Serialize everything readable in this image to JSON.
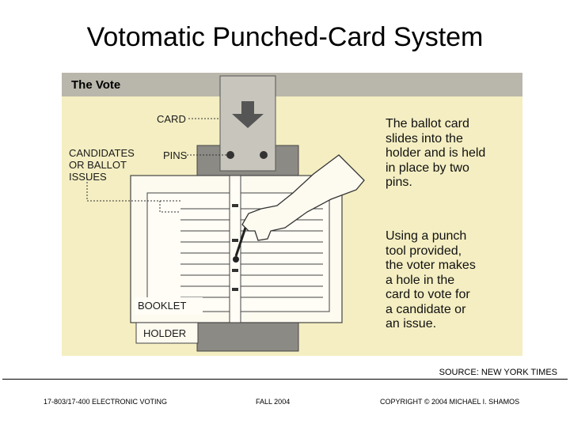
{
  "slide": {
    "title": "Votomatic Punched-Card System"
  },
  "figure": {
    "header": "The Vote",
    "labels": {
      "card": "CARD",
      "pins": "PINS",
      "candidates": [
        "CANDIDATES",
        "OR BALLOT",
        "ISSUES"
      ],
      "booklet": "BOOKLET",
      "holder": "HOLDER"
    },
    "descriptions": {
      "step1": [
        "The ballot card",
        "slides into the",
        "holder and is held",
        "in place by two",
        "pins."
      ],
      "step2": [
        "Using a punch",
        "tool provided,",
        "the voter makes",
        "a hole in the",
        "card to vote for",
        "a candidate or",
        "an issue."
      ]
    }
  },
  "source": "SOURCE: NEW YORK TIMES",
  "footer": {
    "course": "17-803/17-400 ELECTRONIC VOTING",
    "term": "FALL 2004",
    "copyright": "COPYRIGHT © 2004 MICHAEL I. SHAMOS"
  },
  "colors": {
    "panel_bg": "#f4eec2",
    "header_bar": "#b9b7ab",
    "holder_gray": "#8c8a84",
    "card_gray": "#c8c6bc"
  }
}
